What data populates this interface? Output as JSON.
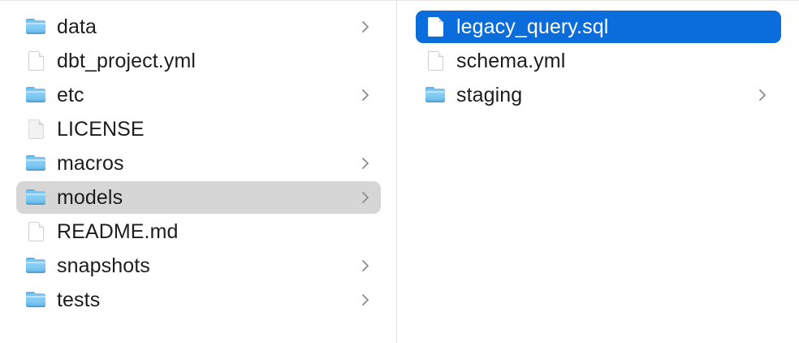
{
  "window": {
    "title": "Finder — Column View",
    "view_mode": "column"
  },
  "colors": {
    "background": "#ffffff",
    "divider": "#e2e2e4",
    "selection_active": "#0b6cdc",
    "selection_inactive": "#d6d6d6",
    "label_text": "#1d1d1f",
    "label_text_selected": "#ffffff",
    "chevron": "#8a8a8f",
    "folder_blue": "#7ec8f2"
  },
  "columns": [
    {
      "name": "column-one",
      "items": [
        {
          "label": "data",
          "kind": "folder",
          "icon": "folder-icon",
          "has_chevron": true,
          "selected": false,
          "selection_style": "none"
        },
        {
          "label": "dbt_project.yml",
          "kind": "file",
          "icon": "document-icon",
          "has_chevron": false,
          "selected": false,
          "selection_style": "none"
        },
        {
          "label": "etc",
          "kind": "folder",
          "icon": "folder-icon",
          "has_chevron": true,
          "selected": false,
          "selection_style": "none"
        },
        {
          "label": "LICENSE",
          "kind": "file-plain",
          "icon": "document-plain-icon",
          "has_chevron": false,
          "selected": false,
          "selection_style": "none"
        },
        {
          "label": "macros",
          "kind": "folder",
          "icon": "folder-icon",
          "has_chevron": true,
          "selected": false,
          "selection_style": "none"
        },
        {
          "label": "models",
          "kind": "folder",
          "icon": "folder-icon",
          "has_chevron": true,
          "selected": true,
          "selection_style": "inactive"
        },
        {
          "label": "README.md",
          "kind": "file",
          "icon": "document-icon",
          "has_chevron": false,
          "selected": false,
          "selection_style": "none"
        },
        {
          "label": "snapshots",
          "kind": "folder",
          "icon": "folder-icon",
          "has_chevron": true,
          "selected": false,
          "selection_style": "none"
        },
        {
          "label": "tests",
          "kind": "folder",
          "icon": "folder-icon",
          "has_chevron": true,
          "selected": false,
          "selection_style": "none"
        }
      ]
    },
    {
      "name": "column-two",
      "items": [
        {
          "label": "legacy_query.sql",
          "kind": "file",
          "icon": "document-icon",
          "has_chevron": false,
          "selected": true,
          "selection_style": "active"
        },
        {
          "label": "schema.yml",
          "kind": "file",
          "icon": "document-icon",
          "has_chevron": false,
          "selected": false,
          "selection_style": "none"
        },
        {
          "label": "staging",
          "kind": "folder",
          "icon": "folder-icon",
          "has_chevron": true,
          "selected": false,
          "selection_style": "none"
        }
      ]
    }
  ]
}
